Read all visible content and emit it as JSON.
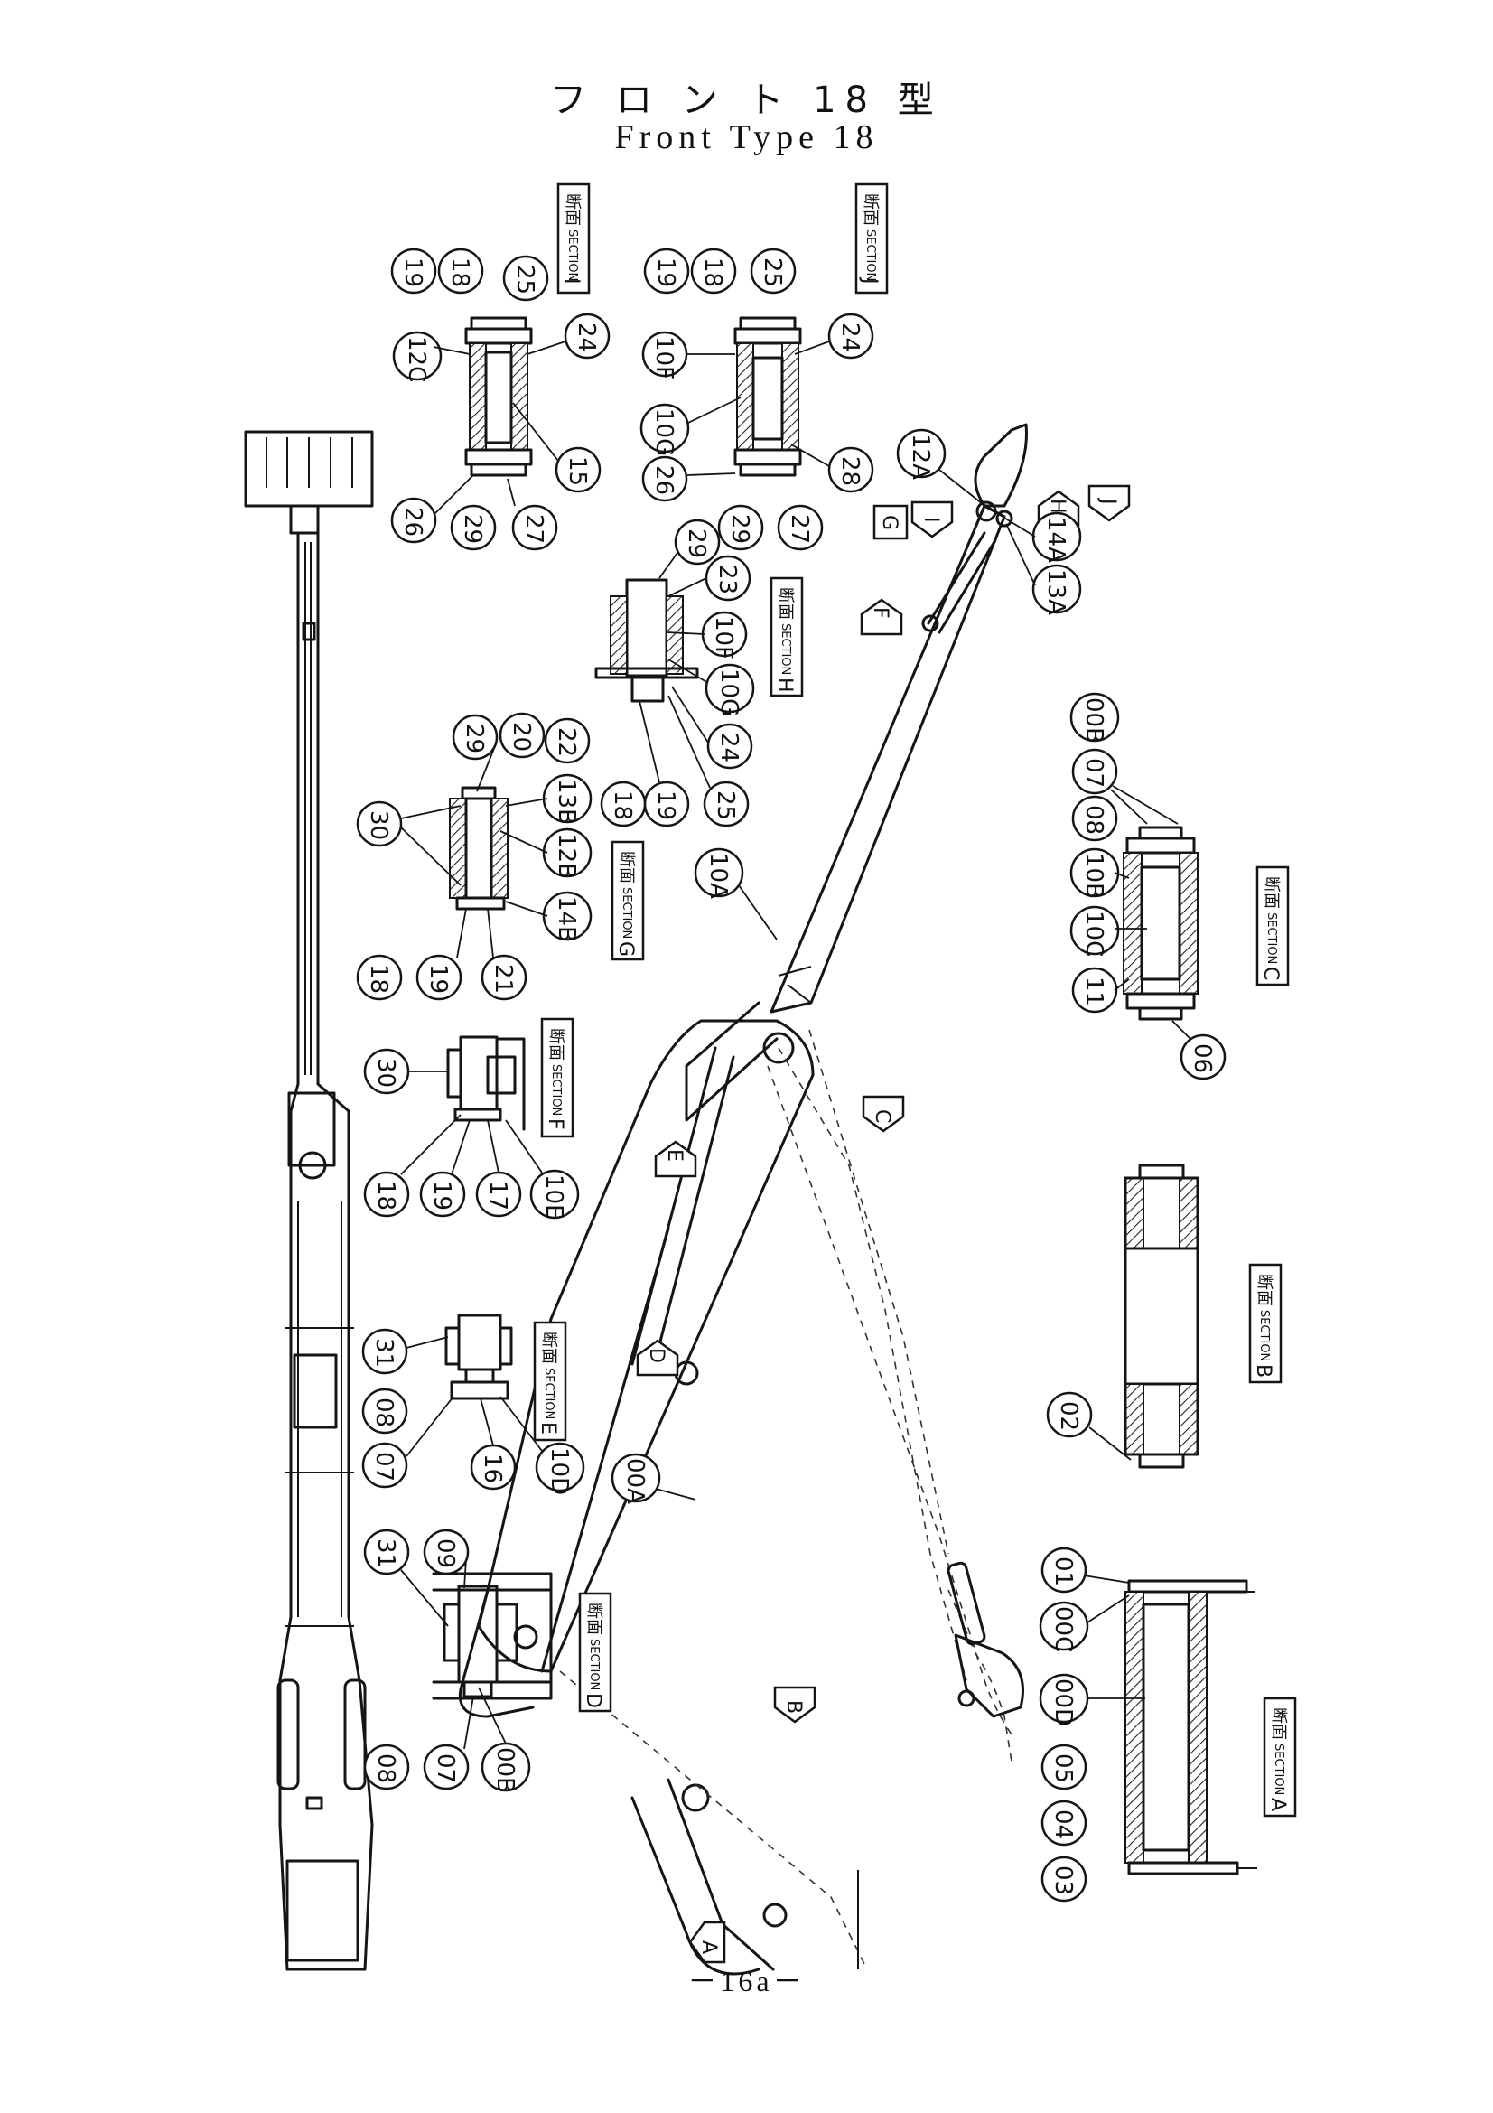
{
  "title": {
    "japanese": "フ ロ ン ト 18 型",
    "english": "Front Type 18"
  },
  "page_number": "－16a－",
  "section_label_prefix": {
    "japanese": "断面",
    "english": "SECTION"
  },
  "sections": [
    {
      "id": "I",
      "letter": "I",
      "callouts": [
        "19",
        "18",
        "25",
        "24",
        "12C",
        "15",
        "26",
        "29",
        "27"
      ]
    },
    {
      "id": "J",
      "letter": "J",
      "callouts": [
        "19",
        "18",
        "25",
        "24",
        "10F",
        "10G",
        "26",
        "28",
        "29",
        "27"
      ]
    },
    {
      "id": "H",
      "letter": "H",
      "callouts": [
        "29",
        "23",
        "10F",
        "10G",
        "24",
        "25",
        "19",
        "18"
      ]
    },
    {
      "id": "G",
      "letter": "G",
      "callouts": [
        "29",
        "20",
        "22",
        "13B",
        "12B",
        "30",
        "14B",
        "18",
        "19",
        "21"
      ]
    },
    {
      "id": "F",
      "letter": "F",
      "callouts": [
        "30",
        "18",
        "19",
        "17",
        "10E"
      ]
    },
    {
      "id": "E",
      "letter": "E",
      "callouts": [
        "31",
        "08",
        "07",
        "16",
        "10D"
      ]
    },
    {
      "id": "D",
      "letter": "D",
      "callouts": [
        "31",
        "09",
        "08",
        "07",
        "00B"
      ]
    },
    {
      "id": "C",
      "letter": "C",
      "callouts": [
        "00B",
        "07",
        "08",
        "10B",
        "10C",
        "11",
        "06"
      ]
    },
    {
      "id": "B",
      "letter": "B",
      "callouts": [
        "02"
      ]
    },
    {
      "id": "A",
      "letter": "A",
      "callouts": [
        "01",
        "00C",
        "00D",
        "05",
        "04",
        "03"
      ]
    }
  ],
  "main_callouts": [
    "10A",
    "00A",
    "12A",
    "13A",
    "14A"
  ],
  "view_arrows": [
    "A",
    "B",
    "C",
    "D",
    "E",
    "F",
    "G",
    "H",
    "I",
    "J"
  ]
}
